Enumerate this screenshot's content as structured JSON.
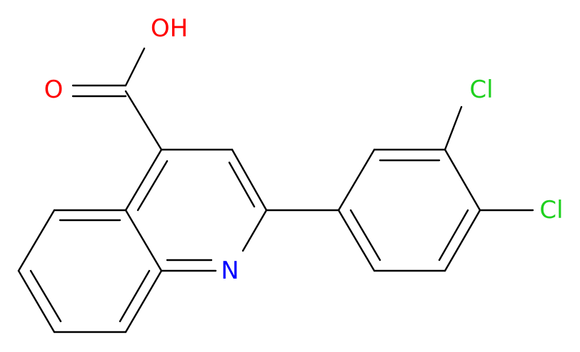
{
  "molecule": {
    "atom_labels": {
      "hydroxyl": "OH",
      "carbonyl_oxygen": "O",
      "ring_nitrogen": "N",
      "chlorine_meta": "Cl",
      "chlorine_para": "Cl"
    },
    "colors": {
      "bond": "#000000",
      "oxygen": "#ff0000",
      "nitrogen": "#0000ff",
      "chlorine": "#1fd11f"
    }
  }
}
